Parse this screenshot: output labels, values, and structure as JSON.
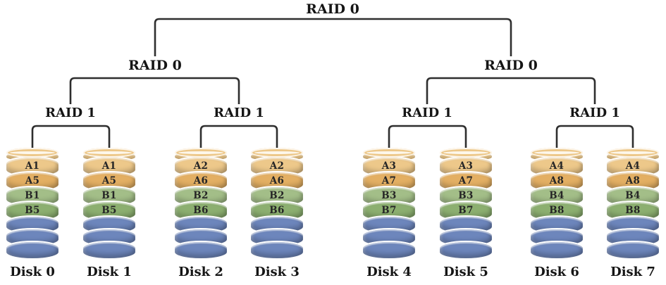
{
  "diagram": {
    "root": {
      "label": "RAID 0"
    },
    "level2": [
      {
        "label": "RAID 0"
      },
      {
        "label": "RAID 0"
      }
    ],
    "level3": [
      {
        "label": "RAID 1"
      },
      {
        "label": "RAID 1"
      },
      {
        "label": "RAID 1"
      },
      {
        "label": "RAID 1"
      }
    ]
  },
  "disks": [
    {
      "name": "Disk 0",
      "segments": [
        "A1",
        "A5",
        "B1",
        "B5"
      ]
    },
    {
      "name": "Disk 1",
      "segments": [
        "A1",
        "A5",
        "B1",
        "B5"
      ]
    },
    {
      "name": "Disk 2",
      "segments": [
        "A2",
        "A6",
        "B2",
        "B6"
      ]
    },
    {
      "name": "Disk 3",
      "segments": [
        "A2",
        "A6",
        "B2",
        "B6"
      ]
    },
    {
      "name": "Disk 4",
      "segments": [
        "A3",
        "A7",
        "B3",
        "B7"
      ]
    },
    {
      "name": "Disk 5",
      "segments": [
        "A3",
        "A7",
        "B3",
        "B7"
      ]
    },
    {
      "name": "Disk 6",
      "segments": [
        "A4",
        "A8",
        "B4",
        "B8"
      ]
    },
    {
      "name": "Disk 7",
      "segments": [
        "A4",
        "A8",
        "B4",
        "B8"
      ]
    }
  ],
  "colors": {
    "tan_1": "#EDC88A",
    "tan_2": "#E3AF63",
    "green_1": "#A3BE88",
    "green_2": "#8CAF70",
    "blue_base": "#6D86BC",
    "cap": "#F2D49C",
    "line": "#2e2e2e",
    "text": "#151515"
  }
}
